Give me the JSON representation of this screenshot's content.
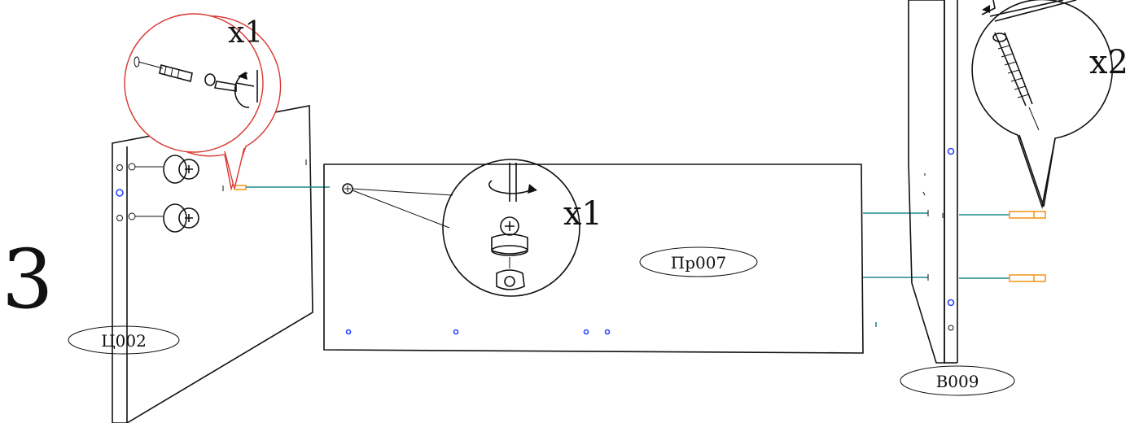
{
  "step": {
    "number": "3"
  },
  "callouts": {
    "cam_screw_qty": "x1",
    "cam_lock_qty": "x1",
    "dowel_qty": "x2"
  },
  "parts": {
    "left_panel": "Ц002",
    "middle_panel": "Пр007",
    "right_panel": "В009"
  },
  "colors": {
    "connector": "#1c8c8c",
    "magnifier_outline": "#d8362f",
    "hole": "#2844ff",
    "dowel": "#f39a21"
  }
}
